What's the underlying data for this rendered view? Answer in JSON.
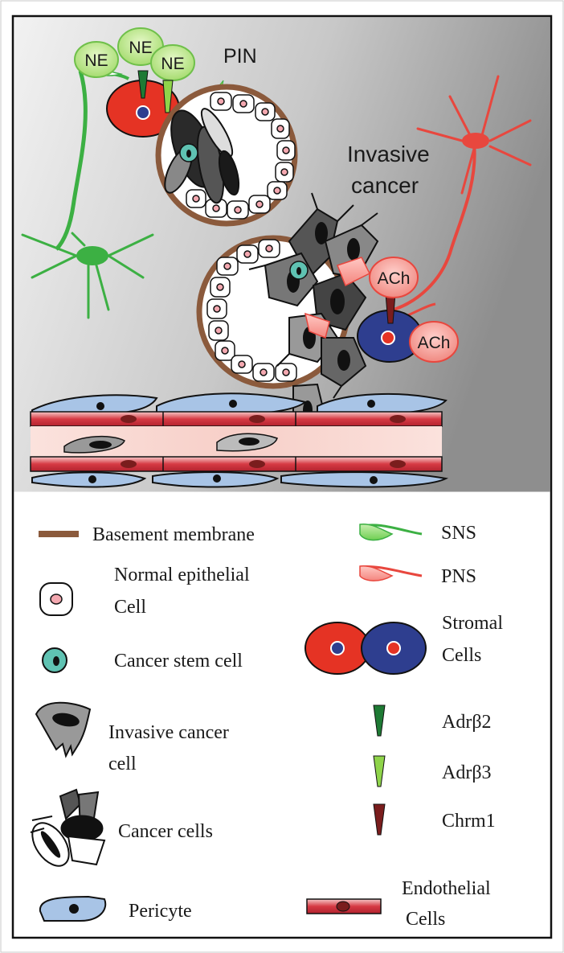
{
  "labels": {
    "ne_1": "NE",
    "ne_2": "NE",
    "ne_3": "NE",
    "pin": "PIN",
    "invasive_cancer_line1": "Invasive",
    "invasive_cancer_line2": "cancer",
    "ach_1": "ACh",
    "ach_2": "ACh"
  },
  "legend": {
    "basement_membrane": "Basement membrane",
    "normal_epithelial_line1": "Normal epithelial",
    "normal_epithelial_line2": "Cell",
    "cancer_stem_cell": "Cancer stem cell",
    "invasive_cancer_cell_line1": "Invasive cancer",
    "invasive_cancer_cell_line2": "cell",
    "cancer_cells": "Cancer cells",
    "pericyte": "Pericyte",
    "sns": "SNS",
    "pns": "PNS",
    "stromal_cells_line1": "Stromal",
    "stromal_cells_line2": "Cells",
    "adrb2": "Adrβ2",
    "adrb3": "Adrβ3",
    "chrm1": "Chrm1",
    "endothelial_cells_line1": "Endothelial",
    "endothelial_cells_line2": "Cells"
  },
  "colors": {
    "sns_nerve": "#3cb043",
    "pns_nerve": "#e8473e",
    "stromal_red": "#e53324",
    "stromal_blue": "#2e3e8f",
    "basement_membrane": "#8b5a3c",
    "adrb2": "#1e7a34",
    "adrb3": "#8fd44a",
    "chrm1": "#7a1d1d",
    "endothelial": "#d2303c",
    "pericyte": "#a8c4e6",
    "stem_cell": "#5fc2b2"
  }
}
